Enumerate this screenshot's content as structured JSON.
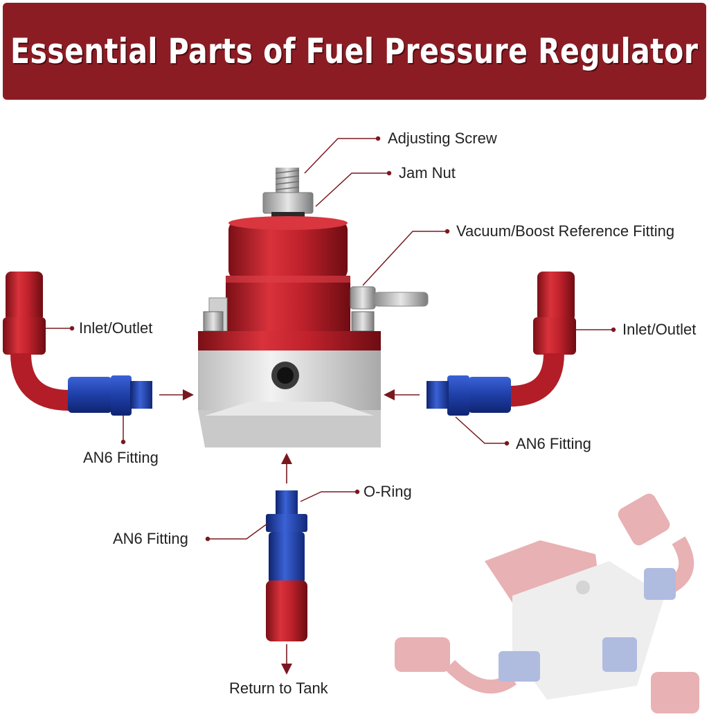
{
  "title": "Essential Parts of Fuel Pressure Regulator",
  "labels": {
    "adjusting_screw": "Adjusting Screw",
    "jam_nut": "Jam Nut",
    "vacuum_fitting": "Vacuum/Boost Reference Fitting",
    "inlet_outlet_left": "Inlet/Outlet",
    "inlet_outlet_right": "Inlet/Outlet",
    "an6_left": "AN6 Fitting",
    "an6_right": "AN6 Fitting",
    "an6_bottom": "AN6 Fitting",
    "o_ring": "O-Ring",
    "return_to_tank": "Return to Tank"
  },
  "colors": {
    "banner": "#8c1c24",
    "leader": "#7a1820",
    "anodized_red": "#c0222c",
    "anodized_blue": "#1f3fa8",
    "aluminum": "#d9d9d9"
  }
}
